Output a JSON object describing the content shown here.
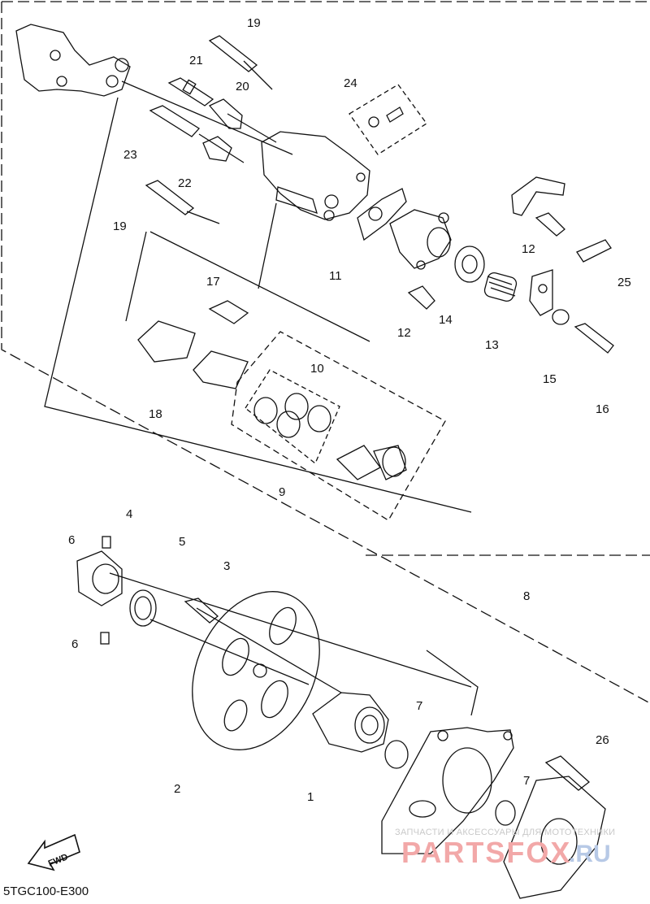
{
  "diagram": {
    "code": "5TGC100-E300",
    "fwd_label": "FWD",
    "callouts": [
      "1",
      "2",
      "3",
      "4",
      "5",
      "6",
      "6",
      "7",
      "7",
      "8",
      "9",
      "10",
      "11",
      "12",
      "12",
      "13",
      "14",
      "15",
      "16",
      "17",
      "18",
      "19",
      "19",
      "20",
      "21",
      "22",
      "23",
      "24",
      "25",
      "26"
    ]
  },
  "watermark": {
    "top": "ЗАПЧАСТИ И АКСЕССУАРЫ ДЛЯ МОТОТЕХНИКИ",
    "main": "PARTSFOX",
    "domain": ".RU"
  },
  "colors": {
    "line": "#111111",
    "watermark_red": "#f2a8a8",
    "watermark_blue": "#b7c9e6"
  }
}
